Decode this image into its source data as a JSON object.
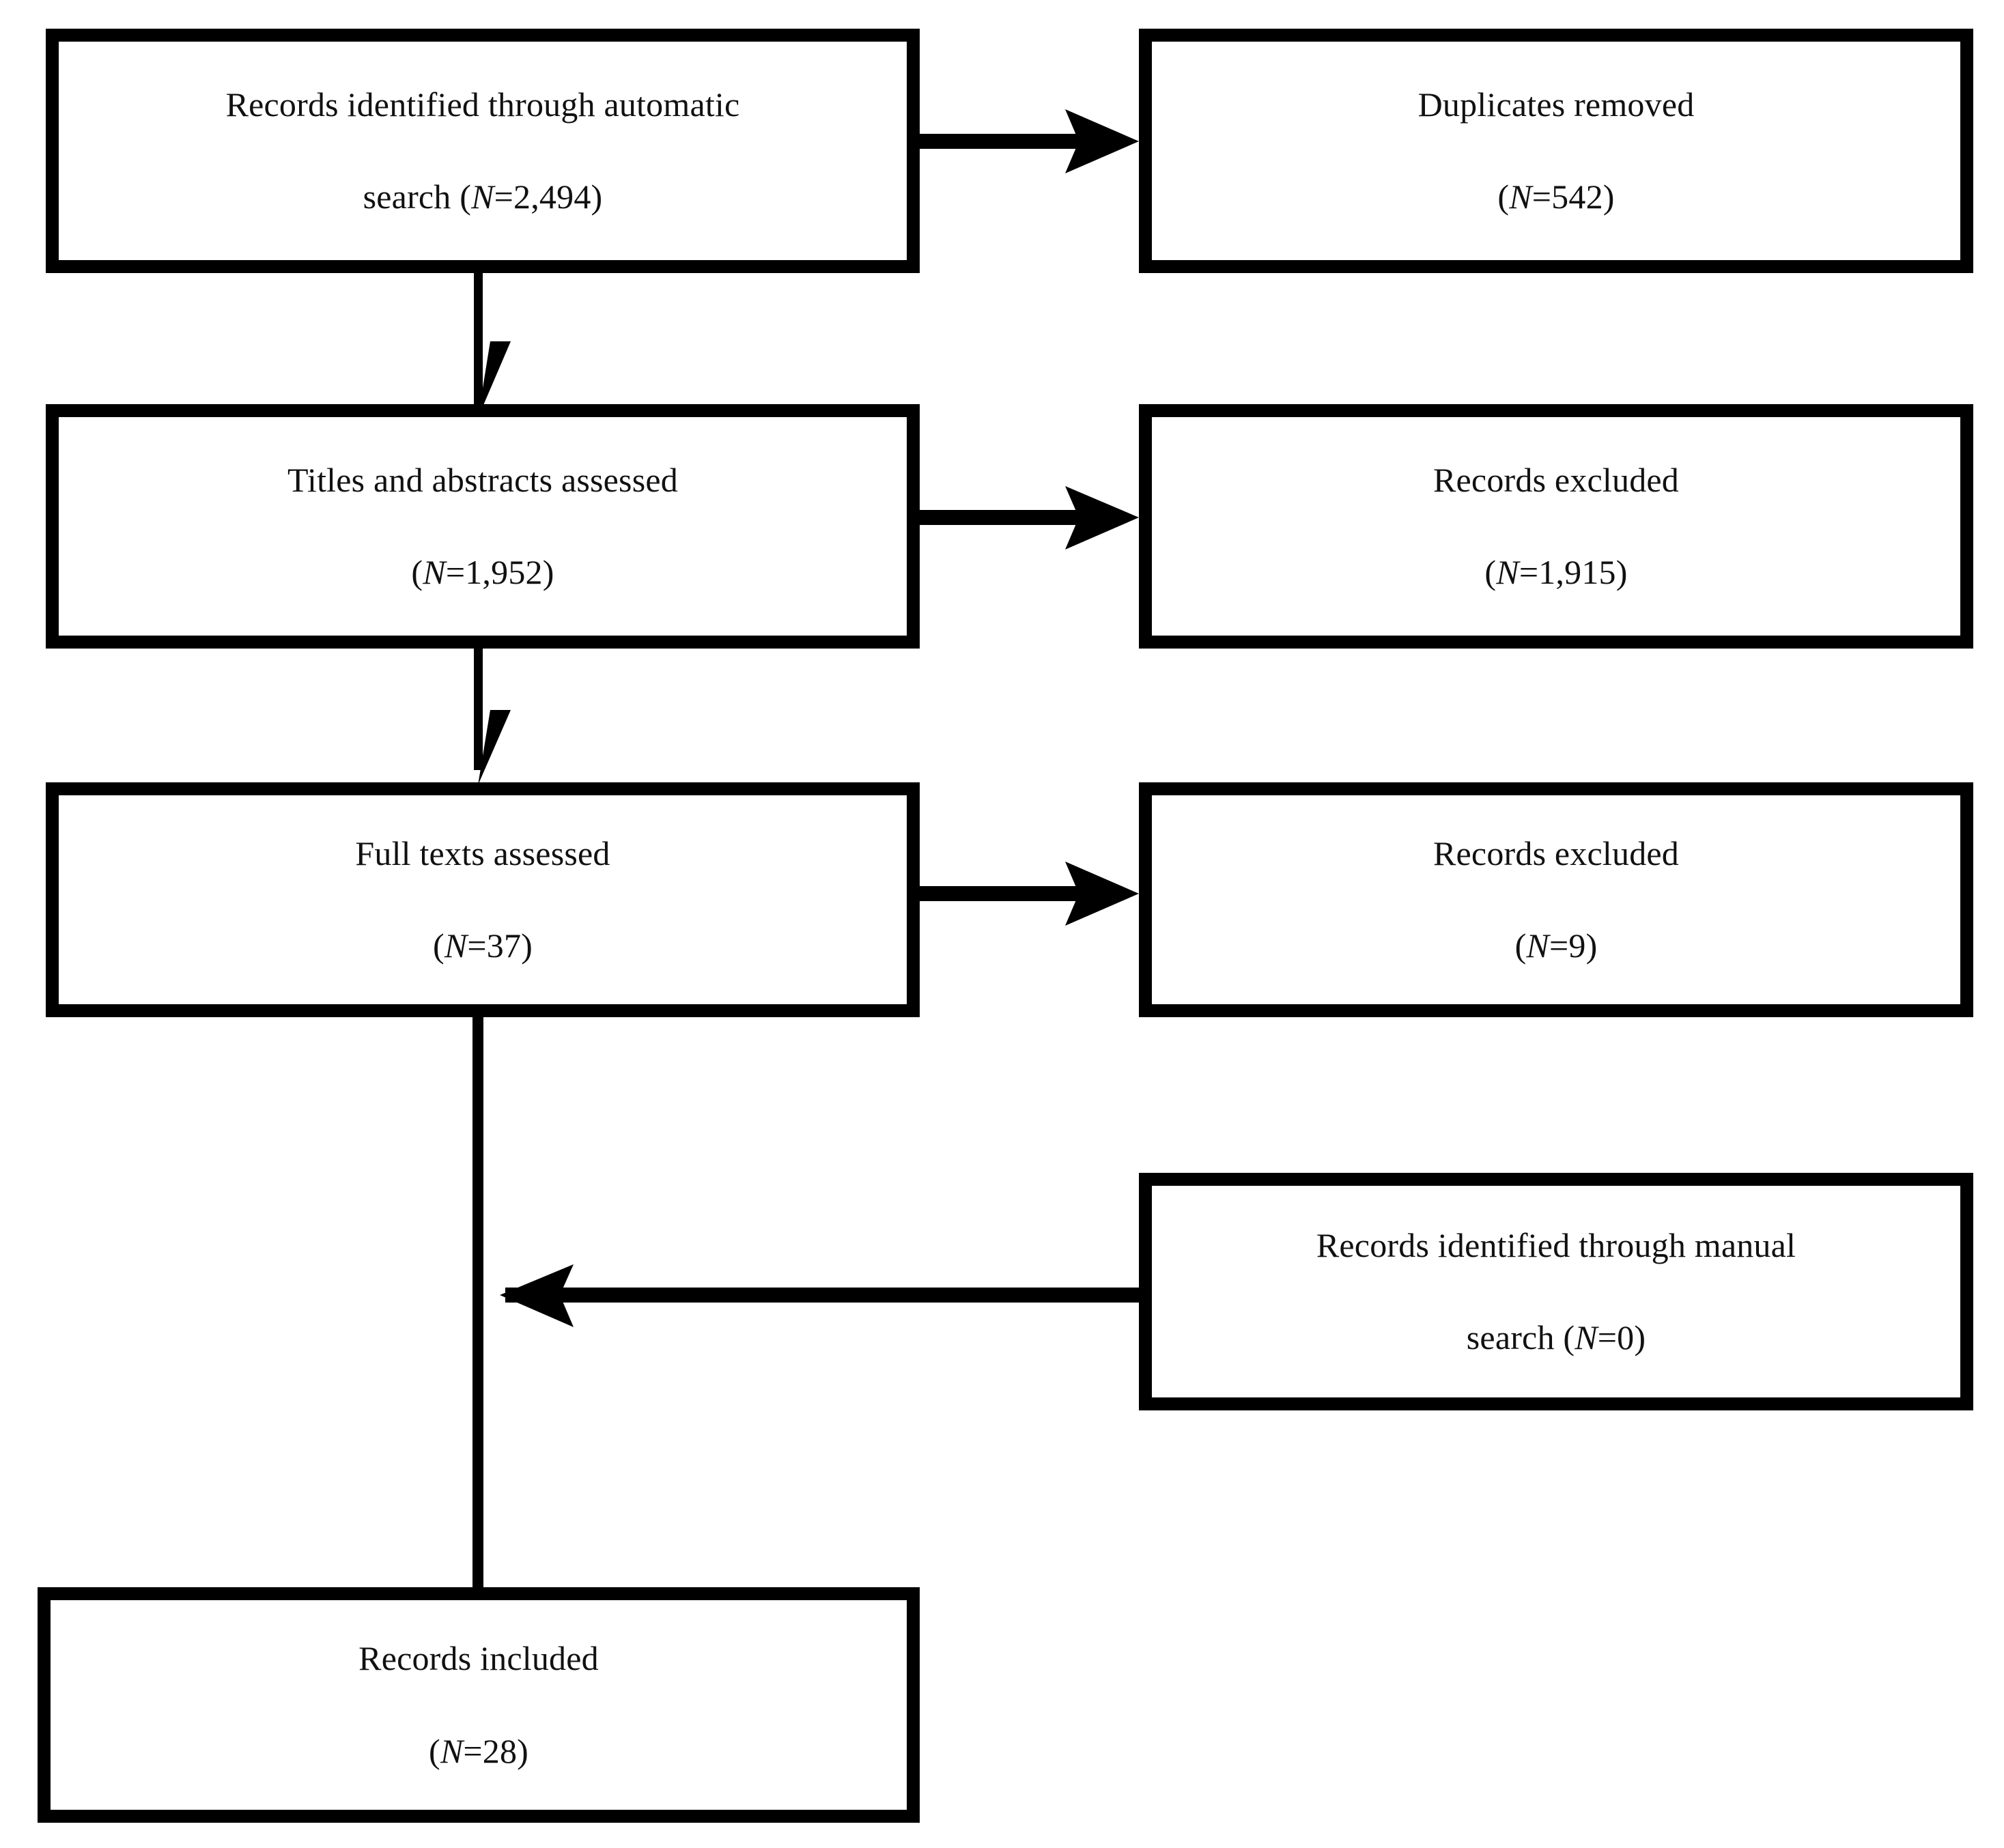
{
  "diagram": {
    "type": "prisma-flow-diagram",
    "orientation": "top-to-bottom",
    "nodes": [
      {
        "id": "automatic-search",
        "line1": "Records identified through automatic",
        "line2_prefix": "search (",
        "line2_italic": "N",
        "line2_suffix": "=2,494)",
        "count": 2494
      },
      {
        "id": "duplicates-removed",
        "line1": "Duplicates removed",
        "line2_prefix": "(",
        "line2_italic": "N",
        "line2_suffix": "=542)",
        "count": 542
      },
      {
        "id": "titles-abstracts-assessed",
        "line1": "Titles and abstracts assessed",
        "line2_prefix": "(",
        "line2_italic": "N",
        "line2_suffix": "=1,952)",
        "count": 1952
      },
      {
        "id": "records-excluded-screening",
        "line1": "Records excluded",
        "line2_prefix": "(",
        "line2_italic": "N",
        "line2_suffix": "=1,915)",
        "count": 1915
      },
      {
        "id": "full-texts-assessed",
        "line1": "Full texts assessed",
        "line2_prefix": "(",
        "line2_italic": "N",
        "line2_suffix": "=37)",
        "count": 37
      },
      {
        "id": "records-excluded-fulltext",
        "line1": "Records excluded",
        "line2_prefix": "(",
        "line2_italic": "N",
        "line2_suffix": "=9)",
        "count": 9
      },
      {
        "id": "manual-search",
        "line1": "Records identified through manual",
        "line2_prefix": "search (",
        "line2_italic": "N",
        "line2_suffix": "=0)",
        "count": 0
      },
      {
        "id": "records-included",
        "line1": "Records included",
        "line2_prefix": "(",
        "line2_italic": "N",
        "line2_suffix": "=28)",
        "count": 28
      }
    ],
    "edges": [
      {
        "id": "automatic-to-duplicates",
        "from": "automatic-search",
        "to": "duplicates-removed",
        "direction": "right"
      },
      {
        "id": "automatic-to-titles",
        "from": "automatic-search",
        "to": "titles-abstracts-assessed",
        "direction": "down"
      },
      {
        "id": "titles-to-excluded",
        "from": "titles-abstracts-assessed",
        "to": "records-excluded-screening",
        "direction": "right"
      },
      {
        "id": "titles-to-fulltexts",
        "from": "titles-abstracts-assessed",
        "to": "full-texts-assessed",
        "direction": "down"
      },
      {
        "id": "fulltexts-to-excluded",
        "from": "full-texts-assessed",
        "to": "records-excluded-fulltext",
        "direction": "right"
      },
      {
        "id": "fulltexts-to-included",
        "from": "full-texts-assessed",
        "to": "records-included",
        "direction": "down"
      },
      {
        "id": "manual-to-included-stem",
        "from": "manual-search",
        "to": "records-included",
        "direction": "left"
      }
    ],
    "colors": {
      "box_border": "#000000",
      "box_fill": "#ffffff",
      "text": "#111111",
      "arrow": "#000000",
      "background": "#ffffff"
    }
  }
}
